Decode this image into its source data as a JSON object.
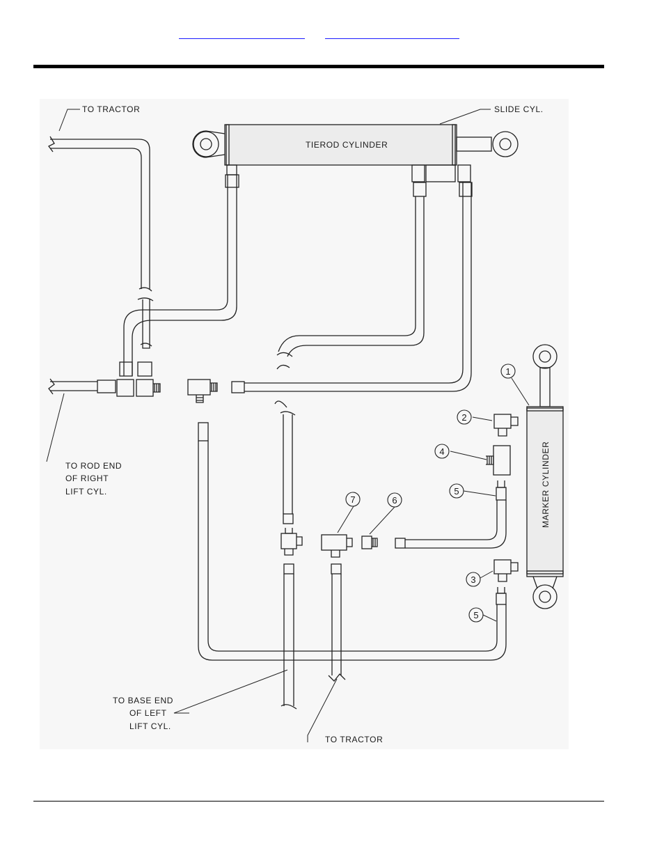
{
  "nav": {
    "links": [
      {
        "name": "nav-link-1"
      },
      {
        "name": "nav-link-2"
      }
    ]
  },
  "diagram": {
    "labels": {
      "to_tractor_top": "TO TRACTOR",
      "slide_cyl": "SLIDE CYL.",
      "tierod_cylinder": "TIEROD CYLINDER",
      "rod_end_l1": "TO ROD END",
      "rod_end_l2": "OF RIGHT",
      "rod_end_l3": "LIFT CYL.",
      "marker_cylinder": "MARKER CYLINDER",
      "base_end_l1": "TO BASE END",
      "base_end_l2": "OF LEFT",
      "base_end_l3": "LIFT CYL.",
      "to_tractor_bottom": "TO TRACTOR"
    },
    "callouts": {
      "c1": "1",
      "c2": "2",
      "c3": "3",
      "c4": "4",
      "c5a": "5",
      "c5b": "5",
      "c6": "6",
      "c7": "7"
    }
  }
}
